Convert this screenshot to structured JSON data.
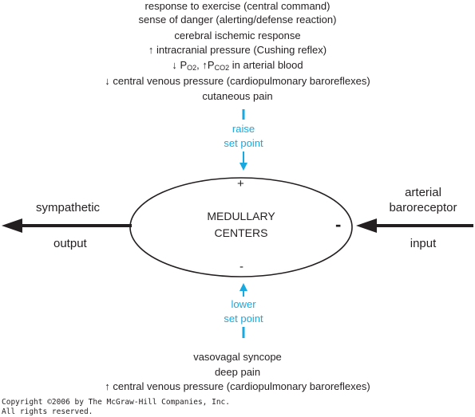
{
  "top_inputs": [
    "response to exercise (central command)",
    "sense of danger (alerting/defense reaction)",
    "cerebral ischemic response",
    "↑ intracranial pressure (Cushing reflex)",
    "",
    "↓ central venous pressure (cardiopulmonary baroreflexes)",
    "cutaneous pain"
  ],
  "blood_gas_line": {
    "down_arrow": "↓",
    "p1": "P",
    "p1_sub": "O2",
    "separator": ",",
    "up_arrow": "↑",
    "p2": "P",
    "p2_sub": "CO2",
    "tail": "in arterial blood"
  },
  "raise_label": [
    "raise",
    "set point"
  ],
  "lower_label": [
    "lower",
    "set point"
  ],
  "center": {
    "line1": "MEDULLARY",
    "line2": "CENTERS",
    "plus": "+",
    "minus_bottom": "-",
    "minus_right": "-"
  },
  "left_output": {
    "top": "sympathetic",
    "bottom": "output"
  },
  "right_input": {
    "line1": "arterial",
    "line2": "baroreceptor",
    "bottom": "input"
  },
  "bottom_inputs": [
    "vasovagal syncope",
    "deep pain",
    "↑ central venous pressure (cardiopulmonary baroreflexes)"
  ],
  "copyright": [
    "Copyright ©2006 by The McGraw-Hill Companies, Inc.",
    "All rights reserved."
  ],
  "colors": {
    "text": "#231f20",
    "accent_blue": "#17a9e0",
    "arrow": "#231f20"
  }
}
